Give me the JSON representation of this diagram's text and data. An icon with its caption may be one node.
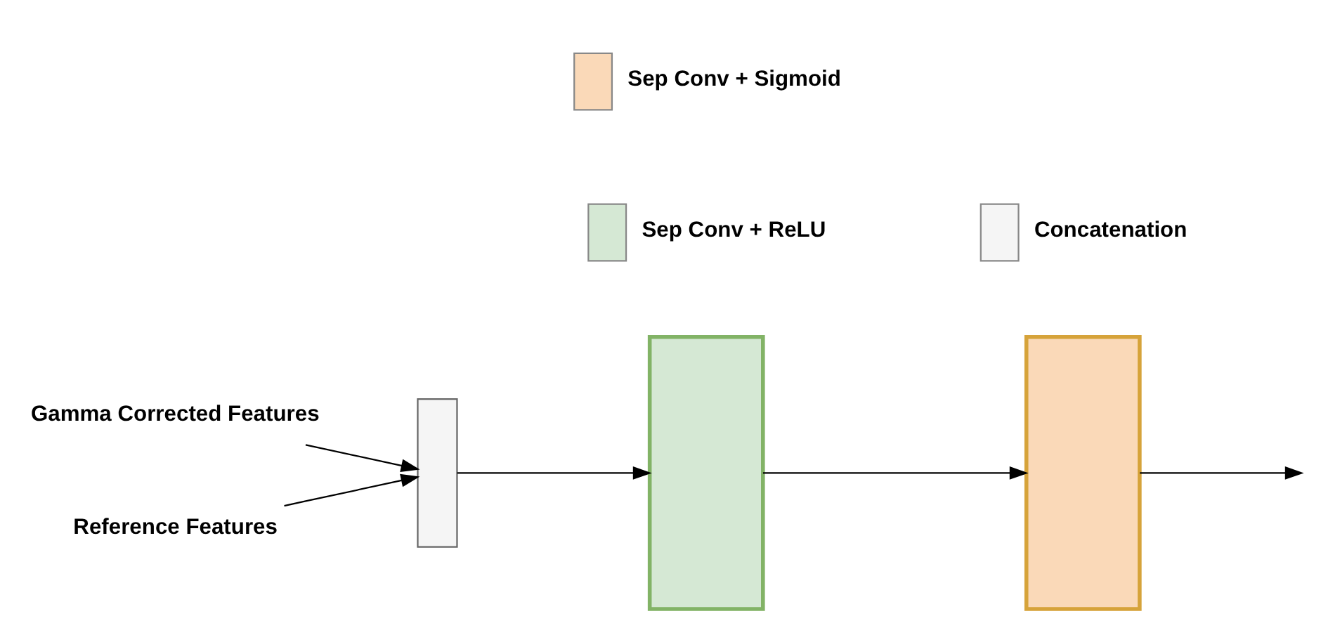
{
  "diagram": {
    "nodes": [
      {
        "text": [
          "Gamma Corrected Features"
        ]
      },
      {
        "text": [
          "Reference Features"
        ]
      },
      {
        "text": [],
        "shape": "box"
      },
      {
        "text": [],
        "shape": "slab"
      },
      {
        "text": [],
        "shape": "slab"
      }
    ],
    "edges": [
      {
        "from": 0,
        "to": 2,
        "arrow": "to"
      },
      {
        "from": 1,
        "to": 2,
        "arrow": "to"
      },
      {
        "from": 2,
        "to": 3,
        "arrow": "to"
      },
      {
        "from": 3,
        "to": 4,
        "arrow": "to"
      },
      {
        "from": 4,
        "to": null,
        "arrow": "to"
      }
    ],
    "legend": [
      {
        "text": "Sep Conv + ReLU",
        "color": "#d5e8d4"
      },
      {
        "text": "Concatenation",
        "color": "#f5f5f5"
      },
      {
        "text": "Sep Conv + Sigmoid",
        "color": "#fad9b8"
      }
    ]
  }
}
